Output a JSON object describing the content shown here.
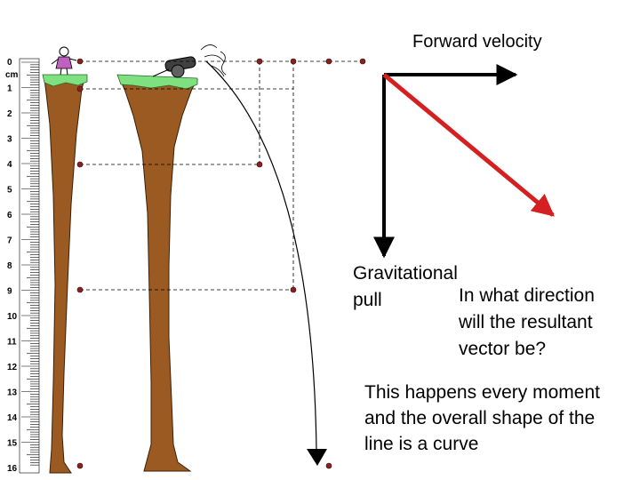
{
  "labels": {
    "forward_velocity": "Forward velocity",
    "gravitational": "Gravitational",
    "pull": "pull",
    "question": [
      "In what direction",
      "will the resultant",
      "vector be?"
    ],
    "caption": [
      "This happens every moment",
      "and the overall shape of the",
      "line is a curve"
    ]
  },
  "scale": {
    "unit": "cm",
    "numbers": [
      "0",
      "1",
      "2",
      "3",
      "4",
      "5",
      "6",
      "7",
      "8",
      "9",
      "10",
      "11",
      "12",
      "13",
      "14",
      "15",
      "16"
    ]
  },
  "colors": {
    "resultant_arrow": "#d42020",
    "vector_arrows": "#000000",
    "cliff": "#9a5a22",
    "grass": "#7ee07e",
    "ball": "#8a2020",
    "person_dress": "#c060c0",
    "cannon": "#404040"
  },
  "icons": [
    "girl-figure-icon",
    "cannon-icon",
    "cannonball-icon"
  ]
}
